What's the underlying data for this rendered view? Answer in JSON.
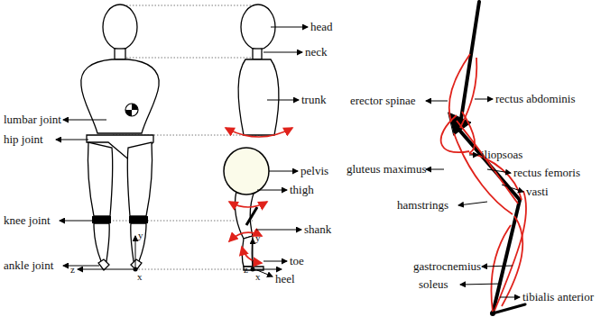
{
  "diagram": {
    "labels": [
      "head",
      "neck",
      "trunk",
      "lumbar joint",
      "hip joint",
      "pelvis",
      "thigh",
      "knee joint",
      "shank",
      "ankle joint",
      "toe",
      "heel",
      "y",
      "z",
      "x",
      "y",
      "z",
      "x",
      "erector spinae",
      "rectus abdominis",
      "gluteus maximus",
      "iliopsoas",
      "rectus femoris",
      "vasti",
      "hamstrings",
      "gastrocnemius",
      "soleus",
      "tibialis anterior"
    ]
  }
}
